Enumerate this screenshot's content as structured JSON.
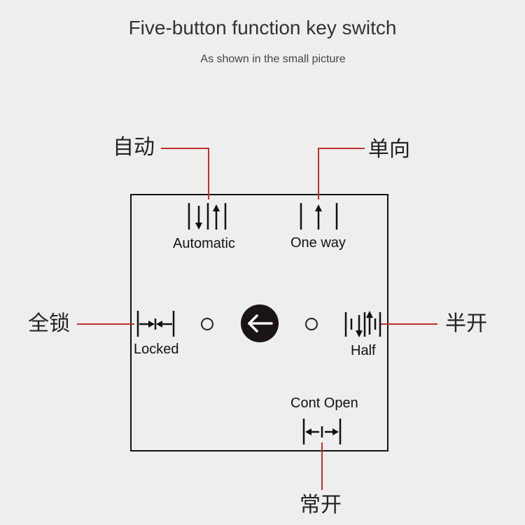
{
  "title": "Five-button function key switch",
  "subtitle": "As shown in the small picture",
  "modes": {
    "automatic": {
      "en": "Automatic",
      "cn": "自动",
      "icon": "automatic-mode-icon"
    },
    "one_way": {
      "en": "One way",
      "cn": "单向",
      "icon": "one-way-mode-icon"
    },
    "locked": {
      "en": "Locked",
      "cn": "全锁",
      "icon": "locked-mode-icon"
    },
    "half": {
      "en": "Half",
      "cn": "半开",
      "icon": "half-open-mode-icon"
    },
    "cont_open": {
      "en": "Cont Open",
      "cn": "常开",
      "icon": "continuous-open-mode-icon"
    }
  },
  "colors": {
    "leader_line": "#c0302a",
    "panel_border": "#111111",
    "knob": "#1a1414",
    "background": "#eeeeee"
  }
}
